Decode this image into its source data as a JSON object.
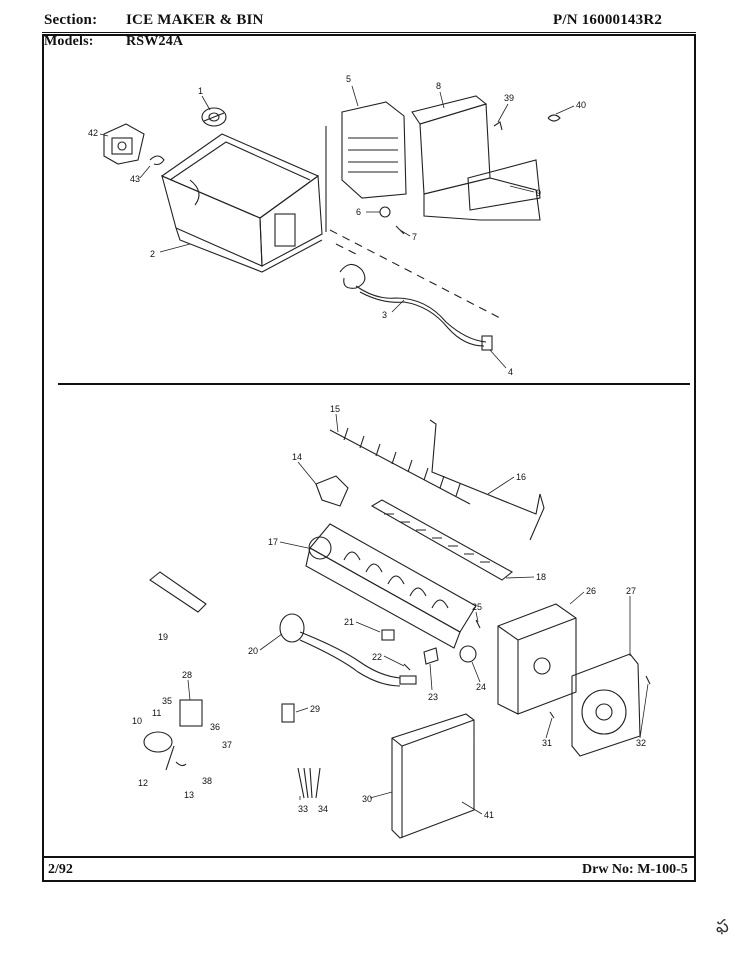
{
  "header": {
    "section_label": "Section:",
    "section_value": "ICE MAKER & BIN",
    "part_number": "P/N 16000143R2",
    "models_label": "Models:",
    "models_value": "RSW24A"
  },
  "footer": {
    "date": "2/92",
    "drawing_number": "Drw No: M-100-5"
  },
  "callouts": [
    "1",
    "2",
    "3",
    "4",
    "5",
    "6",
    "7",
    "8",
    "9",
    "39",
    "40",
    "42",
    "43",
    "15",
    "16",
    "14",
    "17",
    "18",
    "19",
    "20",
    "21",
    "22",
    "23",
    "24",
    "25",
    "26",
    "27",
    "28",
    "29",
    "10",
    "11",
    "12",
    "13",
    "35",
    "36",
    "37",
    "38",
    "30",
    "31",
    "32",
    "33",
    "34",
    "41"
  ],
  "margin_scribble": "ఫ"
}
